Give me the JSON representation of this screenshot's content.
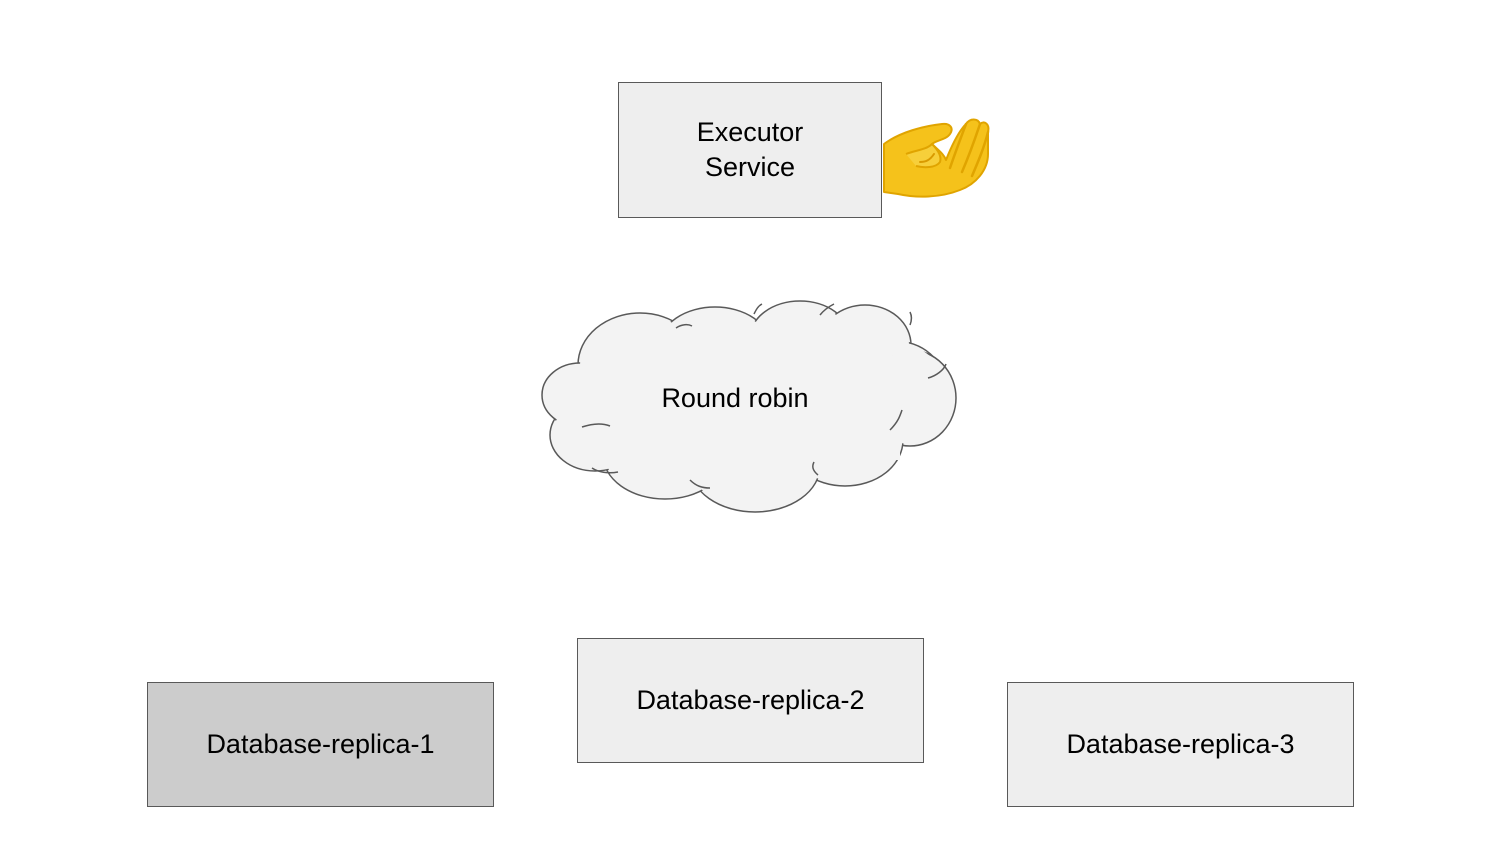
{
  "diagram": {
    "executor": {
      "label": "Executor\nService"
    },
    "load_balancer": {
      "label": "Round robin",
      "shape": "cloud"
    },
    "replicas": [
      {
        "label": "Database-replica-1",
        "fill": "#cccccc"
      },
      {
        "label": "Database-replica-2",
        "fill": "#eeeeee"
      },
      {
        "label": "Database-replica-3",
        "fill": "#eeeeee"
      }
    ],
    "decoration": {
      "icon": "pinching-hand-icon",
      "color": "#f5c21b"
    }
  },
  "colors": {
    "box_fill": "#eeeeee",
    "box_border": "#595959",
    "cloud_fill": "#f3f3f3",
    "background": "#ffffff"
  }
}
